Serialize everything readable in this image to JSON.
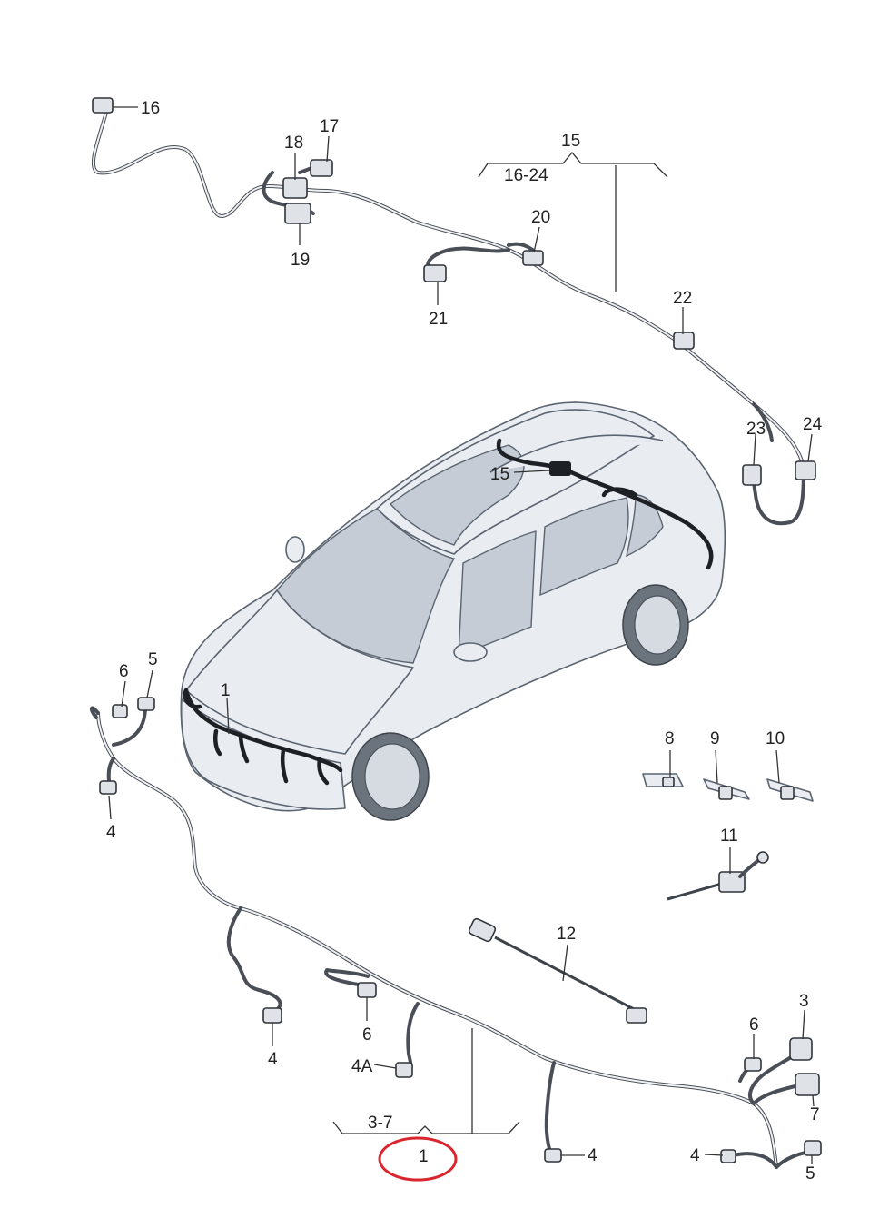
{
  "labels": {
    "l16_top": "16",
    "l17": "17",
    "l18": "18",
    "l19": "19",
    "l15_top": "15",
    "l16_24": "16-24",
    "l20": "20",
    "l21": "21",
    "l22": "22",
    "l23": "23",
    "l24": "24",
    "l15_car": "15",
    "l1_car": "1",
    "l6_left": "6",
    "l5_left": "5",
    "l4_left": "4",
    "l8": "8",
    "l9": "9",
    "l10": "10",
    "l11": "11",
    "l12": "12",
    "l4_mid": "4",
    "l6_mid": "6",
    "l4a": "4A",
    "l3_7": "3-7",
    "l1_bottom": "1",
    "l4_lower": "4",
    "l3_right": "3",
    "l6_right": "6",
    "l7_right": "7",
    "l4_right": "4",
    "l5_right": "5"
  },
  "colors": {
    "harness": "#4a4f57",
    "highlight_circle": "#d8262c",
    "car_body": "#e9edf2"
  }
}
